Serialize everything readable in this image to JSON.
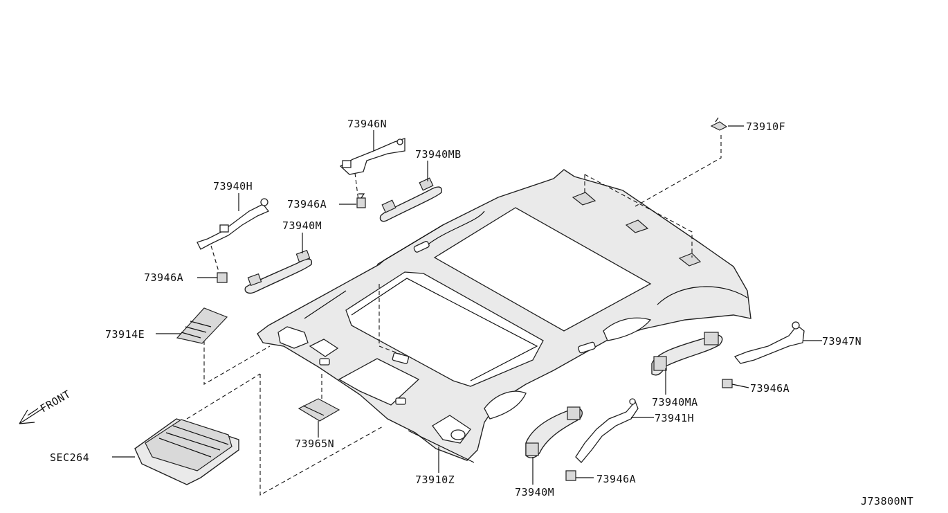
{
  "diagram_id": "J73800NT",
  "front_label": "FRONT",
  "callouts": {
    "p73946N": "73946N",
    "p73940MB": "73940MB",
    "p73910F": "73910F",
    "p73940H": "73940H",
    "p73946A_top": "73946A",
    "p73940M_top": "73940M",
    "p73946A_left": "73946A",
    "p73914E": "73914E",
    "p73947N": "73947N",
    "p73946A_right": "73946A",
    "p73940MA": "73940MA",
    "p73941H": "73941H",
    "p73965N": "73965N",
    "sec264": "SEC264",
    "p73910Z": "73910Z",
    "p73940M_bottom": "73940M",
    "p73946A_bottom": "73946A"
  }
}
